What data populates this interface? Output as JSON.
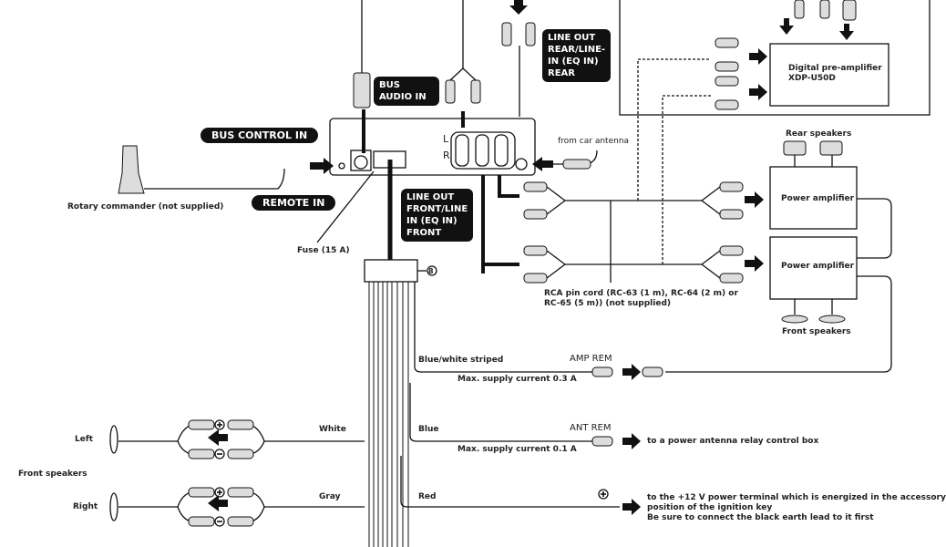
{
  "head_unit_labels": {
    "bus_control_in": "BUS CONTROL IN",
    "remote_in": "REMOTE IN",
    "bus_audio_in": "BUS\nAUDIO IN",
    "line_out_rear": [
      "LINE OUT",
      "REAR/LINE-",
      "IN (EQ IN)",
      "REAR"
    ],
    "line_out_front": [
      "LINE OUT",
      "FRONT/LINE",
      "IN (EQ IN)",
      "FRONT"
    ],
    "channel_l": "L",
    "channel_r": "R",
    "fuse": "Fuse (15 A)",
    "connector_number": "8",
    "from_car_antenna": "from car antenna"
  },
  "rotary_commander": "Rotary commander (not supplied)",
  "pre_amplifier": {
    "line1": "Digital pre-amplifier",
    "line2": "XDP-U50D"
  },
  "rear_speakers": "Rear speakers",
  "front_speakers_top": "Front speakers",
  "power_amplifier_1": "Power amplifier",
  "power_amplifier_2": "Power amplifier",
  "rca_cord": {
    "line1": "RCA pin cord (RC-63 (1 m), RC-64 (2 m) or",
    "line2": "RC-65 (5 m)) (not supplied)"
  },
  "wires": {
    "blue_white": {
      "color_label": "Blue/white striped",
      "terminal": "AMP REM",
      "current": "Max. supply current 0.3 A"
    },
    "blue": {
      "color_label": "Blue",
      "terminal": "ANT REM",
      "current": "Max. supply current 0.1 A",
      "destination": "to a power antenna relay control box"
    },
    "red": {
      "color_label": "Red",
      "destination_lines": [
        "to the +12 V power terminal which is energized in the accessory",
        "position of the ignition key",
        "Be sure to connect the black earth lead to it first"
      ]
    },
    "white": "White",
    "gray": "Gray"
  },
  "front_speakers_bottom": {
    "title": "Front speakers",
    "left": "Left",
    "right": "Right"
  },
  "polarity": {
    "plus": "+",
    "minus": "−"
  }
}
